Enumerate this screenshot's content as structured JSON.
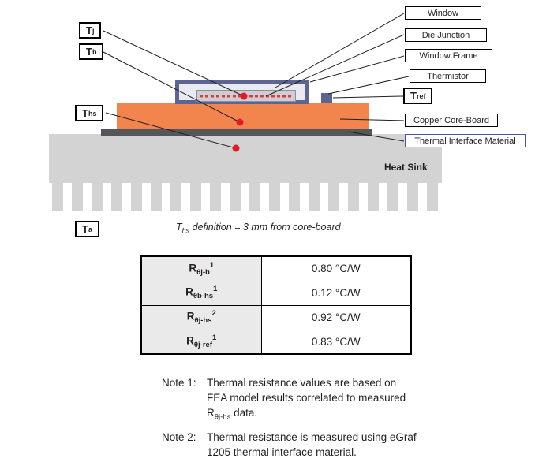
{
  "temps": {
    "tj": {
      "main": "T",
      "sub": "j"
    },
    "tb": {
      "main": "T",
      "sub": "b"
    },
    "ths": {
      "main": "T",
      "sub": "hs"
    },
    "ta": {
      "main": "T",
      "sub": "a"
    },
    "tref": {
      "main": "T",
      "sub": "ref"
    }
  },
  "callouts": {
    "window": "Window",
    "die_junction": "Die Junction",
    "window_frame": "Window Frame",
    "thermistor": "Thermistor",
    "copper_core_board": "Copper Core-Board",
    "thermal_interface_material": "Thermal Interface Material"
  },
  "diagram": {
    "heat_sink_label": "Heat Sink",
    "ths_def_main": "T",
    "ths_def_sub": "hs",
    "ths_def_rest": " definition = 3 mm from core-board"
  },
  "table": {
    "rows": [
      {
        "sym": "R",
        "sub": "θj-b",
        "sup": "1",
        "value": "0.80 °C/W"
      },
      {
        "sym": "R",
        "sub": "θb-hs",
        "sup": "1",
        "value": "0.12 °C/W"
      },
      {
        "sym": "R",
        "sub": "θj-hs",
        "sup": "2",
        "value": "0.92 °C/W"
      },
      {
        "sym": "R",
        "sub": "θj-ref",
        "sup": "1",
        "value": "0.83 °C/W"
      }
    ]
  },
  "notes": {
    "note1": {
      "label": "Note 1:",
      "before": "Thermal resistance values are based on FEA model results correlated to measured R",
      "sub": "θj-hs",
      "after": " data."
    },
    "note2": {
      "label": "Note 2:",
      "text": "Thermal resistance is measured using eGraf 1205 thermal interface material."
    }
  },
  "colors": {
    "heat_sink": "#D3D3D3",
    "copper_board": "#F2854E",
    "tim": "#55565A",
    "frame": "#5D6494",
    "die_line": "#E03A40",
    "dot": "#E11B23",
    "line": "#231F20",
    "tim_callout_border": "#4456A0"
  }
}
